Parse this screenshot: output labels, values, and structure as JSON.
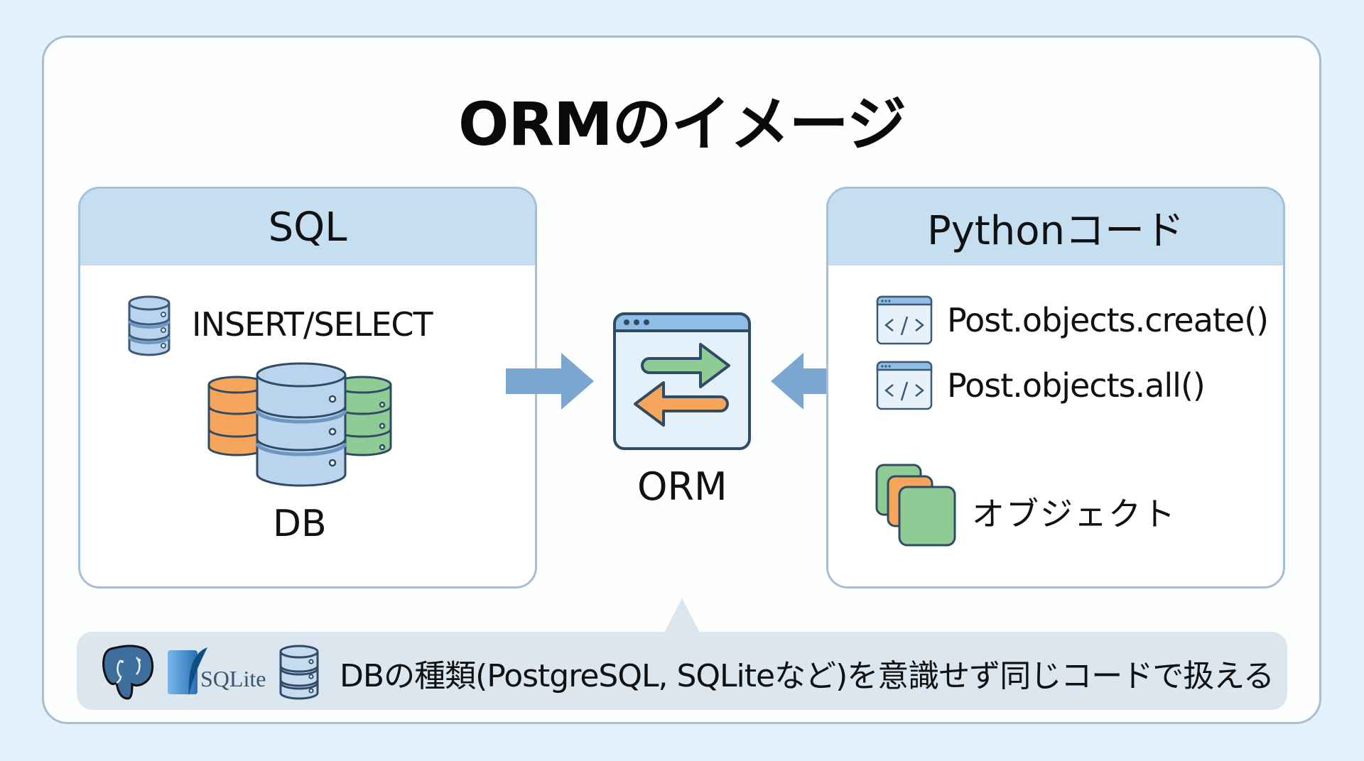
{
  "title": "ORMのイメージ",
  "left_panel": {
    "header": "SQL",
    "query_label": "INSERT/SELECT",
    "db_label": "DB",
    "icons": [
      "database-small-icon",
      "database-cluster-icon"
    ]
  },
  "center": {
    "label": "ORM",
    "icon": "orm-window-exchange-icon",
    "arrows": [
      "arrow-right-icon",
      "arrow-left-icon"
    ]
  },
  "right_panel": {
    "header": "Pythonコード",
    "code_items": [
      {
        "icon": "code-window-icon",
        "label": "Post.objects.create()"
      },
      {
        "icon": "code-window-icon",
        "label": "Post.objects.all()"
      }
    ],
    "object_label": "オブジェクト",
    "object_icon": "stacked-objects-icon"
  },
  "bottom_bar": {
    "icons": [
      "postgresql-elephant-icon",
      "sqlite-feather-icon",
      "database-icon"
    ],
    "sqlite_logo_text": "SQLite",
    "text": "DBの種類(PostgreSQL, SQLiteなど)を意識せず同じコードで扱える"
  },
  "colors": {
    "panel_header": "#c5def0",
    "panel_border": "#a5bfd8",
    "arrow_blue": "#7ba6cf",
    "db_blue": "#b9d4ec",
    "db_orange": "#f5a65b",
    "db_green": "#8fcb95",
    "outline": "#2f4b66",
    "bottom_bar": "#dbe6ee"
  }
}
